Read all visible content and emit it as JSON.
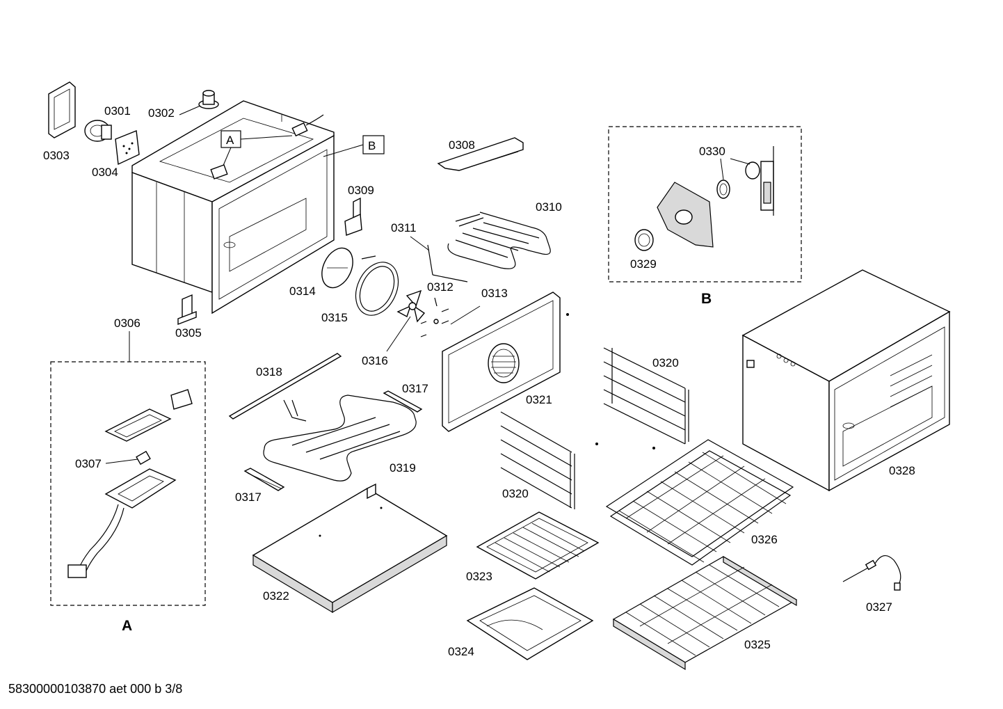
{
  "labels": {
    "p0301": "0301",
    "p0302": "0302",
    "p0303": "0303",
    "p0304": "0304",
    "p0305": "0305",
    "p0306": "0306",
    "p0307": "0307",
    "p0308": "0308",
    "p0309": "0309",
    "p0310": "0310",
    "p0311": "0311",
    "p0312": "0312",
    "p0313": "0313",
    "p0314": "0314",
    "p0315": "0315",
    "p0316": "0316",
    "p0317a": "0317",
    "p0317b": "0317",
    "p0318": "0318",
    "p0319": "0319",
    "p0320a": "0320",
    "p0320b": "0320",
    "p0321": "0321",
    "p0322": "0322",
    "p0323": "0323",
    "p0324": "0324",
    "p0325": "0325",
    "p0326": "0326",
    "p0327": "0327",
    "p0328": "0328",
    "p0329": "0329",
    "p0330": "0330"
  },
  "detail_refs": {
    "box_a": "A",
    "box_b": "B",
    "caption_a": "A",
    "caption_b": "B"
  },
  "footer": "58300000103870 aet 000 b 3/8"
}
